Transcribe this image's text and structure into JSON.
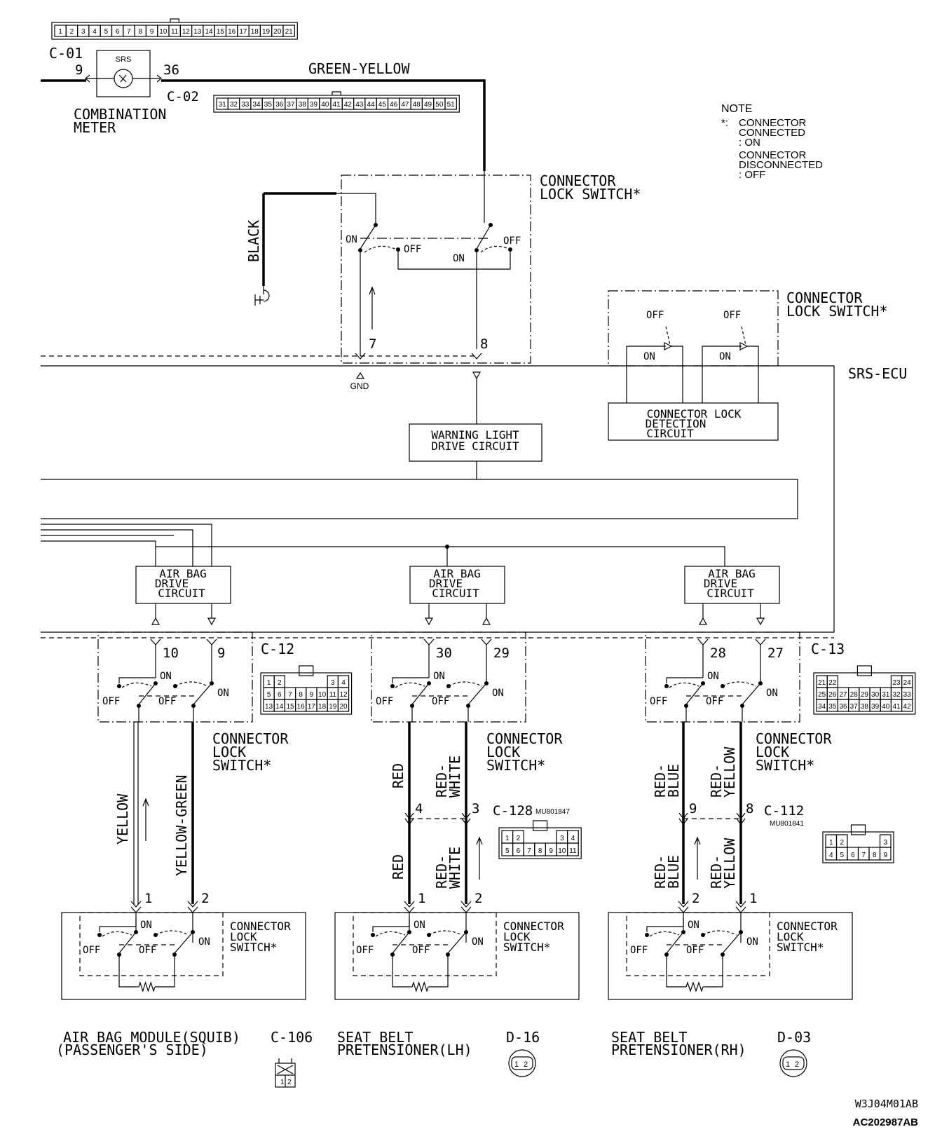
{
  "meter": {
    "c01": "C-01",
    "pin_9": "9",
    "pin_36": "36",
    "srs": "SRS",
    "c02": "C-02",
    "name_line1": "COMBINATION",
    "name_line2": "METER",
    "c01_pins": [
      "1",
      "2",
      "3",
      "4",
      "5",
      "6",
      "7",
      "8",
      "9",
      "10",
      "11",
      "12",
      "13",
      "14",
      "15",
      "16",
      "17",
      "18",
      "19",
      "20",
      "21"
    ],
    "c02_pins": [
      "31",
      "32",
      "33",
      "34",
      "35",
      "36",
      "37",
      "38",
      "39",
      "40",
      "41",
      "42",
      "43",
      "44",
      "45",
      "46",
      "47",
      "48",
      "49",
      "50",
      "51"
    ]
  },
  "wires": {
    "green_yellow": "GREEN-YELLOW",
    "black": "BLACK",
    "yellow": "YELLOW",
    "yellow_green": "YELLOW-GREEN",
    "red": "RED",
    "red_white_1": "RED-",
    "red_white_2": "WHITE",
    "red_blue_1": "RED-",
    "red_blue_2": "BLUE",
    "red_yellow_1": "RED-",
    "red_yellow_2": "YELLOW"
  },
  "note": {
    "title": "NOTE",
    "star": "*:",
    "l1": "CONNECTOR",
    "l2": "CONNECTED",
    "l3": ": ON",
    "l4": "CONNECTOR",
    "l5": "DISCONNECTED",
    "l6": ": OFF"
  },
  "switch_labels": {
    "connector": "CONNECTOR",
    "lock_switch": "LOCK SWITCH*",
    "lock": "LOCK",
    "switch": "SWITCH*",
    "on": "ON",
    "off": "OFF"
  },
  "ecu": {
    "name": "SRS-ECU",
    "gnd": "GND",
    "pin_7": "7",
    "pin_8": "8",
    "warning_1": "WARNING LIGHT",
    "warning_2": "DRIVE CIRCUIT",
    "detect_1": "CONNECTOR LOCK",
    "detect_2": "DETECTION",
    "detect_3": "CIRCUIT",
    "airbag_1": "AIR BAG",
    "airbag_2": "DRIVE",
    "airbag_3": "CIRCUIT"
  },
  "pins": {
    "p10": "10",
    "p9": "9",
    "p30": "30",
    "p29": "29",
    "p28": "28",
    "p27": "27",
    "p4": "4",
    "p3": "3",
    "p9b": "9",
    "p8": "8",
    "p1": "1",
    "p2": "2"
  },
  "connectors": {
    "c12": "C-12",
    "c13": "C-13",
    "c128": "C-128",
    "c128_part": "MU801847",
    "c112": "C-112",
    "c112_part": "MU801841",
    "c106": "C-106",
    "d16": "D-16",
    "d03": "D-03",
    "c12_row1": [
      "1",
      "2",
      "3",
      "4"
    ],
    "c12_row2": [
      "5",
      "6",
      "7",
      "8",
      "9",
      "10",
      "11",
      "12"
    ],
    "c12_row3": [
      "13",
      "14",
      "15",
      "16",
      "17",
      "18",
      "19",
      "20"
    ],
    "c13_row1": [
      "21",
      "22",
      "23",
      "24"
    ],
    "c13_row2": [
      "25",
      "26",
      "27",
      "28",
      "29",
      "30",
      "31",
      "32",
      "33"
    ],
    "c13_row3": [
      "34",
      "35",
      "36",
      "37",
      "38",
      "39",
      "40",
      "41",
      "42"
    ],
    "c128_row1": [
      "1",
      "2",
      "3",
      "4"
    ],
    "c128_row2": [
      "5",
      "6",
      "7",
      "8",
      "9",
      "10",
      "11"
    ],
    "c112_row1": [
      "1",
      "2",
      "3"
    ],
    "c112_row2": [
      "4",
      "5",
      "6",
      "7",
      "8",
      "9"
    ],
    "pair": [
      "1",
      "2"
    ]
  },
  "devices": {
    "airbag_1": "AIR BAG MODULE(SQUIB)",
    "airbag_2": "(PASSENGER'S SIDE)",
    "lh_1": "SEAT BELT",
    "lh_2": "PRETENSIONER(LH)",
    "rh_1": "SEAT BELT",
    "rh_2": "PRETENSIONER(RH)"
  },
  "codes": {
    "code1": "W3J04M01AB",
    "code2": "AC202987AB"
  }
}
